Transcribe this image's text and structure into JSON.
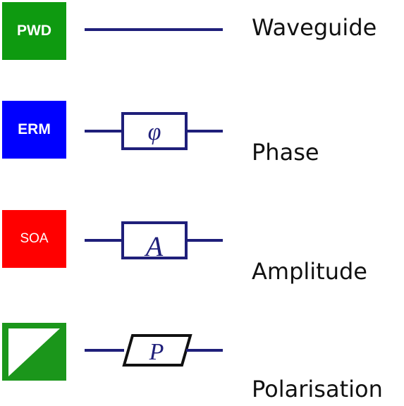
{
  "rows": [
    {
      "badge": "PWD",
      "label": "Waveguide"
    },
    {
      "badge": "ERM",
      "label": "Phase",
      "symbol": "φ"
    },
    {
      "badge": "SOA",
      "label": "Amplitude",
      "symbol": "A"
    },
    {
      "badge": "",
      "label": "Polarisation",
      "symbol": "P"
    }
  ],
  "colors": {
    "pwd_badge": "#0e9a10",
    "erm_badge": "#0000ff",
    "soa_badge": "#ff0000",
    "pol_badge": "#1b961b",
    "line": "#1f1f7a",
    "text": "#111111"
  }
}
